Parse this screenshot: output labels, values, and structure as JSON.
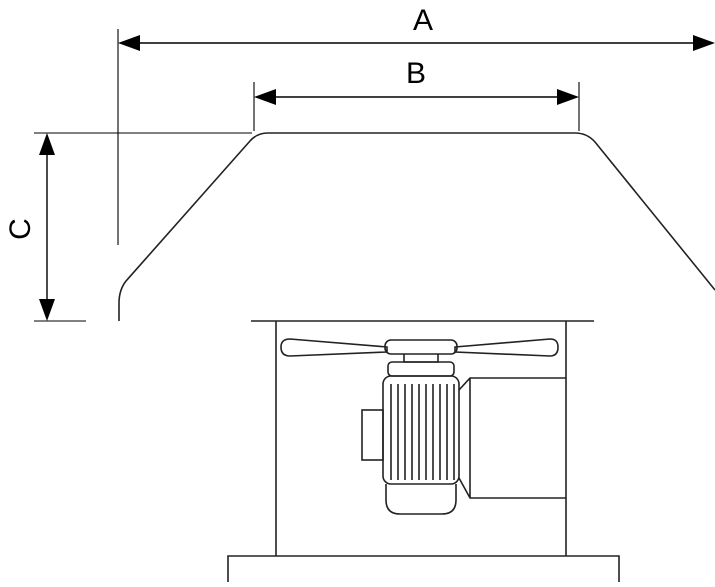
{
  "dimensions": {
    "a_label": "A",
    "b_label": "B",
    "c_label": "C"
  },
  "icons": {
    "fan": "fan-blade-icon",
    "motor": "electric-motor-icon"
  },
  "colors": {
    "line": "#000000",
    "background": "#ffffff"
  }
}
